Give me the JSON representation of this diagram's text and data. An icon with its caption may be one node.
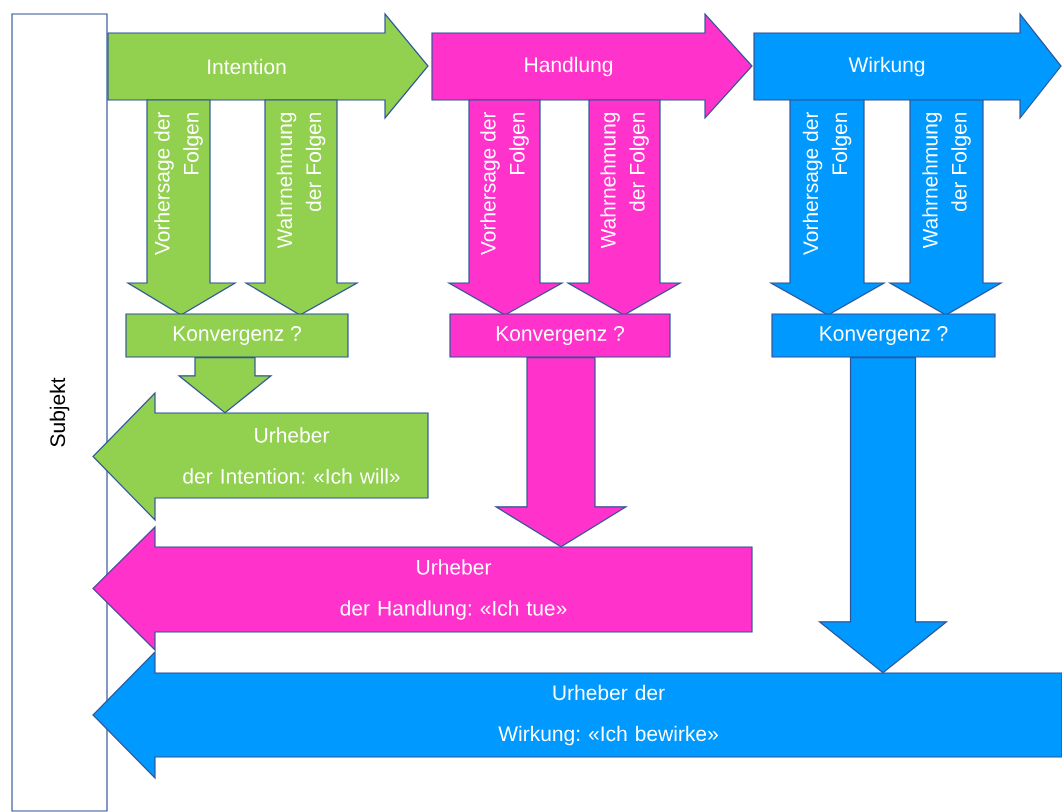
{
  "diagram": {
    "nodes": [
      {
        "text": [
          "Subjekt"
        ]
      },
      {
        "text": [
          "Intention"
        ]
      },
      {
        "text": [
          "Vorhersage der Folgen"
        ]
      },
      {
        "text": [
          "Wahrnehmung der Folgen"
        ]
      },
      {
        "text": [
          "Konvergenz ?"
        ]
      },
      {
        "text": [
          "Urheber der Intention: «Ich will»"
        ]
      },
      {
        "text": [
          "Handlung"
        ]
      },
      {
        "text": [
          "Vorhersage der Folgen"
        ]
      },
      {
        "text": [
          "Wahrnehmung der Folgen"
        ]
      },
      {
        "text": [
          "Konvergenz ?"
        ]
      },
      {
        "text": [
          "Urheber der Handlung: «Ich tue»"
        ]
      },
      {
        "text": [
          "Wirkung"
        ]
      },
      {
        "text": [
          "Vorhersage der Folgen"
        ]
      },
      {
        "text": [
          "Wahrnehmung der Folgen"
        ]
      },
      {
        "text": [
          "Konvergenz ?"
        ]
      },
      {
        "text": [
          "Urheber der Wirkung: «Ich bewirke»"
        ]
      }
    ],
    "edges": [
      {
        "from": 4,
        "to": 5,
        "arrow": "to",
        "color": "#92d050"
      },
      {
        "from": 9,
        "to": 10,
        "arrow": "to",
        "color": "#ff33cc"
      },
      {
        "from": 14,
        "to": 15,
        "arrow": "to",
        "color": "#0099ff"
      }
    ]
  }
}
